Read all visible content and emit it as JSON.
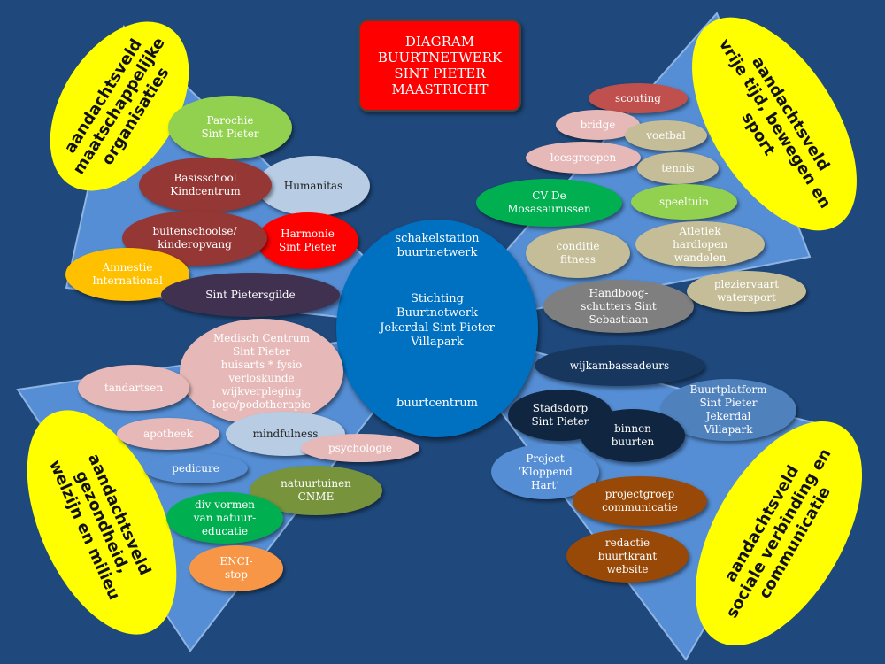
{
  "title": "DIAGRAM\nBUURTNETWERK\nSINT PIETER\nMAASTRICHT",
  "center": {
    "line1": "schakelstation\nbuurtnetwerk",
    "line2": "Stichting\nBuurtnetwerk\nJekerdal Sint Pieter\nVillapark",
    "line3": "buurtcentrum"
  },
  "quadrants": {
    "top_left": "aandachtsveld\nmaatschappelijke\norganisaties",
    "top_right": "aandachtsveld\nvrije tijd, bewegen en sport",
    "bottom_left": "aandachtsveld gezondheid,\nwelzijn en milieu",
    "bottom_right": "aandachtsveld\nsociale verbinding en\ncommunicatie"
  },
  "nodes": {
    "parochie": "Parochie\nSint Pieter",
    "humanitas": "Humanitas",
    "basisschool": "Basisschool\nKindcentrum",
    "harmonie": "Harmonie\nSint Pieter",
    "buitenschoolse": "buitenschoolse/\nkinderopvang",
    "amnestie": "Amnestie\nInternational",
    "pietersgilde": "Sint Pietersgilde",
    "scouting": "scouting",
    "bridge": "bridge",
    "voetbal": "voetbal",
    "leesgroepen": "leesgroepen",
    "tennis": "tennis",
    "mosasaurussen": "CV De\nMosasaurussen",
    "speeltuin": "speeltuin",
    "conditie": "conditie\nfitness",
    "atletiek": "Atletiek\nhardlopen\nwandelen",
    "handboog": "Handboog-\nschutters Sint\nSebastiaan",
    "plezier": "plezier­vaart\nwatersport",
    "medisch": "Medisch Centrum\nSint Pieter\nhuisarts * fysio\nverloskunde\nwijkverpleging\nlogo/podotherapie",
    "tandartsen": "tandartsen",
    "apotheek": "apotheek",
    "mindfulness": "mindfulness",
    "psychologie": "psychologie",
    "pedicure": "pedicure",
    "natuurtuinen": "natuurtuinen\nCNME",
    "natuureducatie": "div vormen\nvan natuur-\neducatie",
    "enci": "ENCI-\nstop",
    "wijkambassadeurs": "wijkambassadeurs",
    "buurtplatform": "Buurtplatform\nSint Pieter\nJekerdal\nVillapark",
    "stadsdorp": "Stadsdorp\nSint Pieter",
    "binnen": "binnen\nbuurten",
    "kloppend": "Project\n‘Kloppend\nHart’",
    "projectgroep": "projectgroep\ncommunicatie",
    "redactie": "redactie\nbuurtkrant\nwebsite"
  },
  "colors": {
    "background": "#1f497d",
    "wedge": "#558ed5",
    "center": "#0070c0",
    "title": "#ff0000",
    "yellow": "#ffff00"
  }
}
